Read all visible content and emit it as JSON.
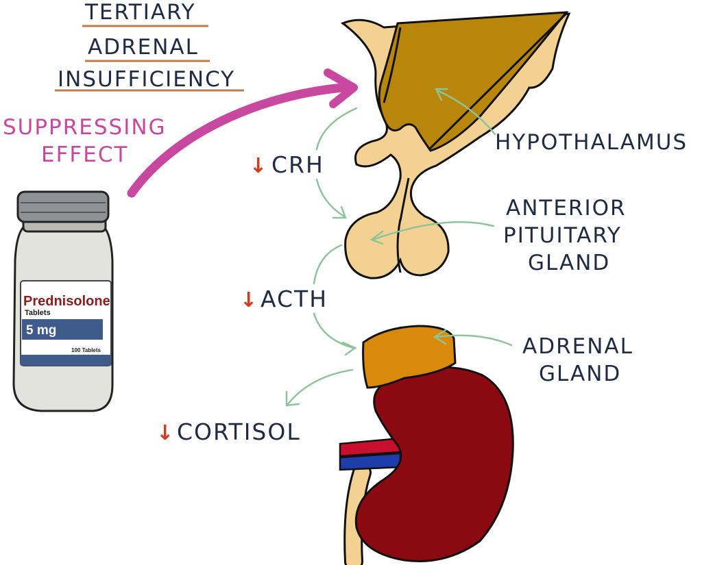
{
  "title": {
    "lines": [
      "TERTIARY",
      "ADRENAL",
      "INSUFFICIENCY"
    ]
  },
  "drug_effect": {
    "lines": [
      "SUPPRESSING",
      "EFFECT"
    ]
  },
  "bottle": {
    "brand": "Prednisolone",
    "form": "Tablets",
    "dose": "5 mg",
    "count": "100 Tablets"
  },
  "hormones": {
    "arrow_symbol": "↓",
    "crh": "CRH",
    "acth": "ACTH",
    "cortisol": "CORTISOL"
  },
  "structures": {
    "hypothalamus": "HYPOTHALAMUS",
    "pituitary_lines": [
      "ANTERIOR",
      "PITUITARY",
      "GLAND"
    ],
    "adrenal_lines": [
      "ADRENAL",
      "GLAND"
    ]
  },
  "colors": {
    "ink": "#1f2a44",
    "suppress": "#c8479f",
    "down_arrow": "#d63a1a",
    "pointer_green": "#8dc49a",
    "title_underline": "#c07a4a",
    "hypothalamus_dark": "#b8860b",
    "pituitary_light": "#f2d193",
    "adrenal_orange": "#d98a0c",
    "kidney_red": "#8b0a12"
  }
}
